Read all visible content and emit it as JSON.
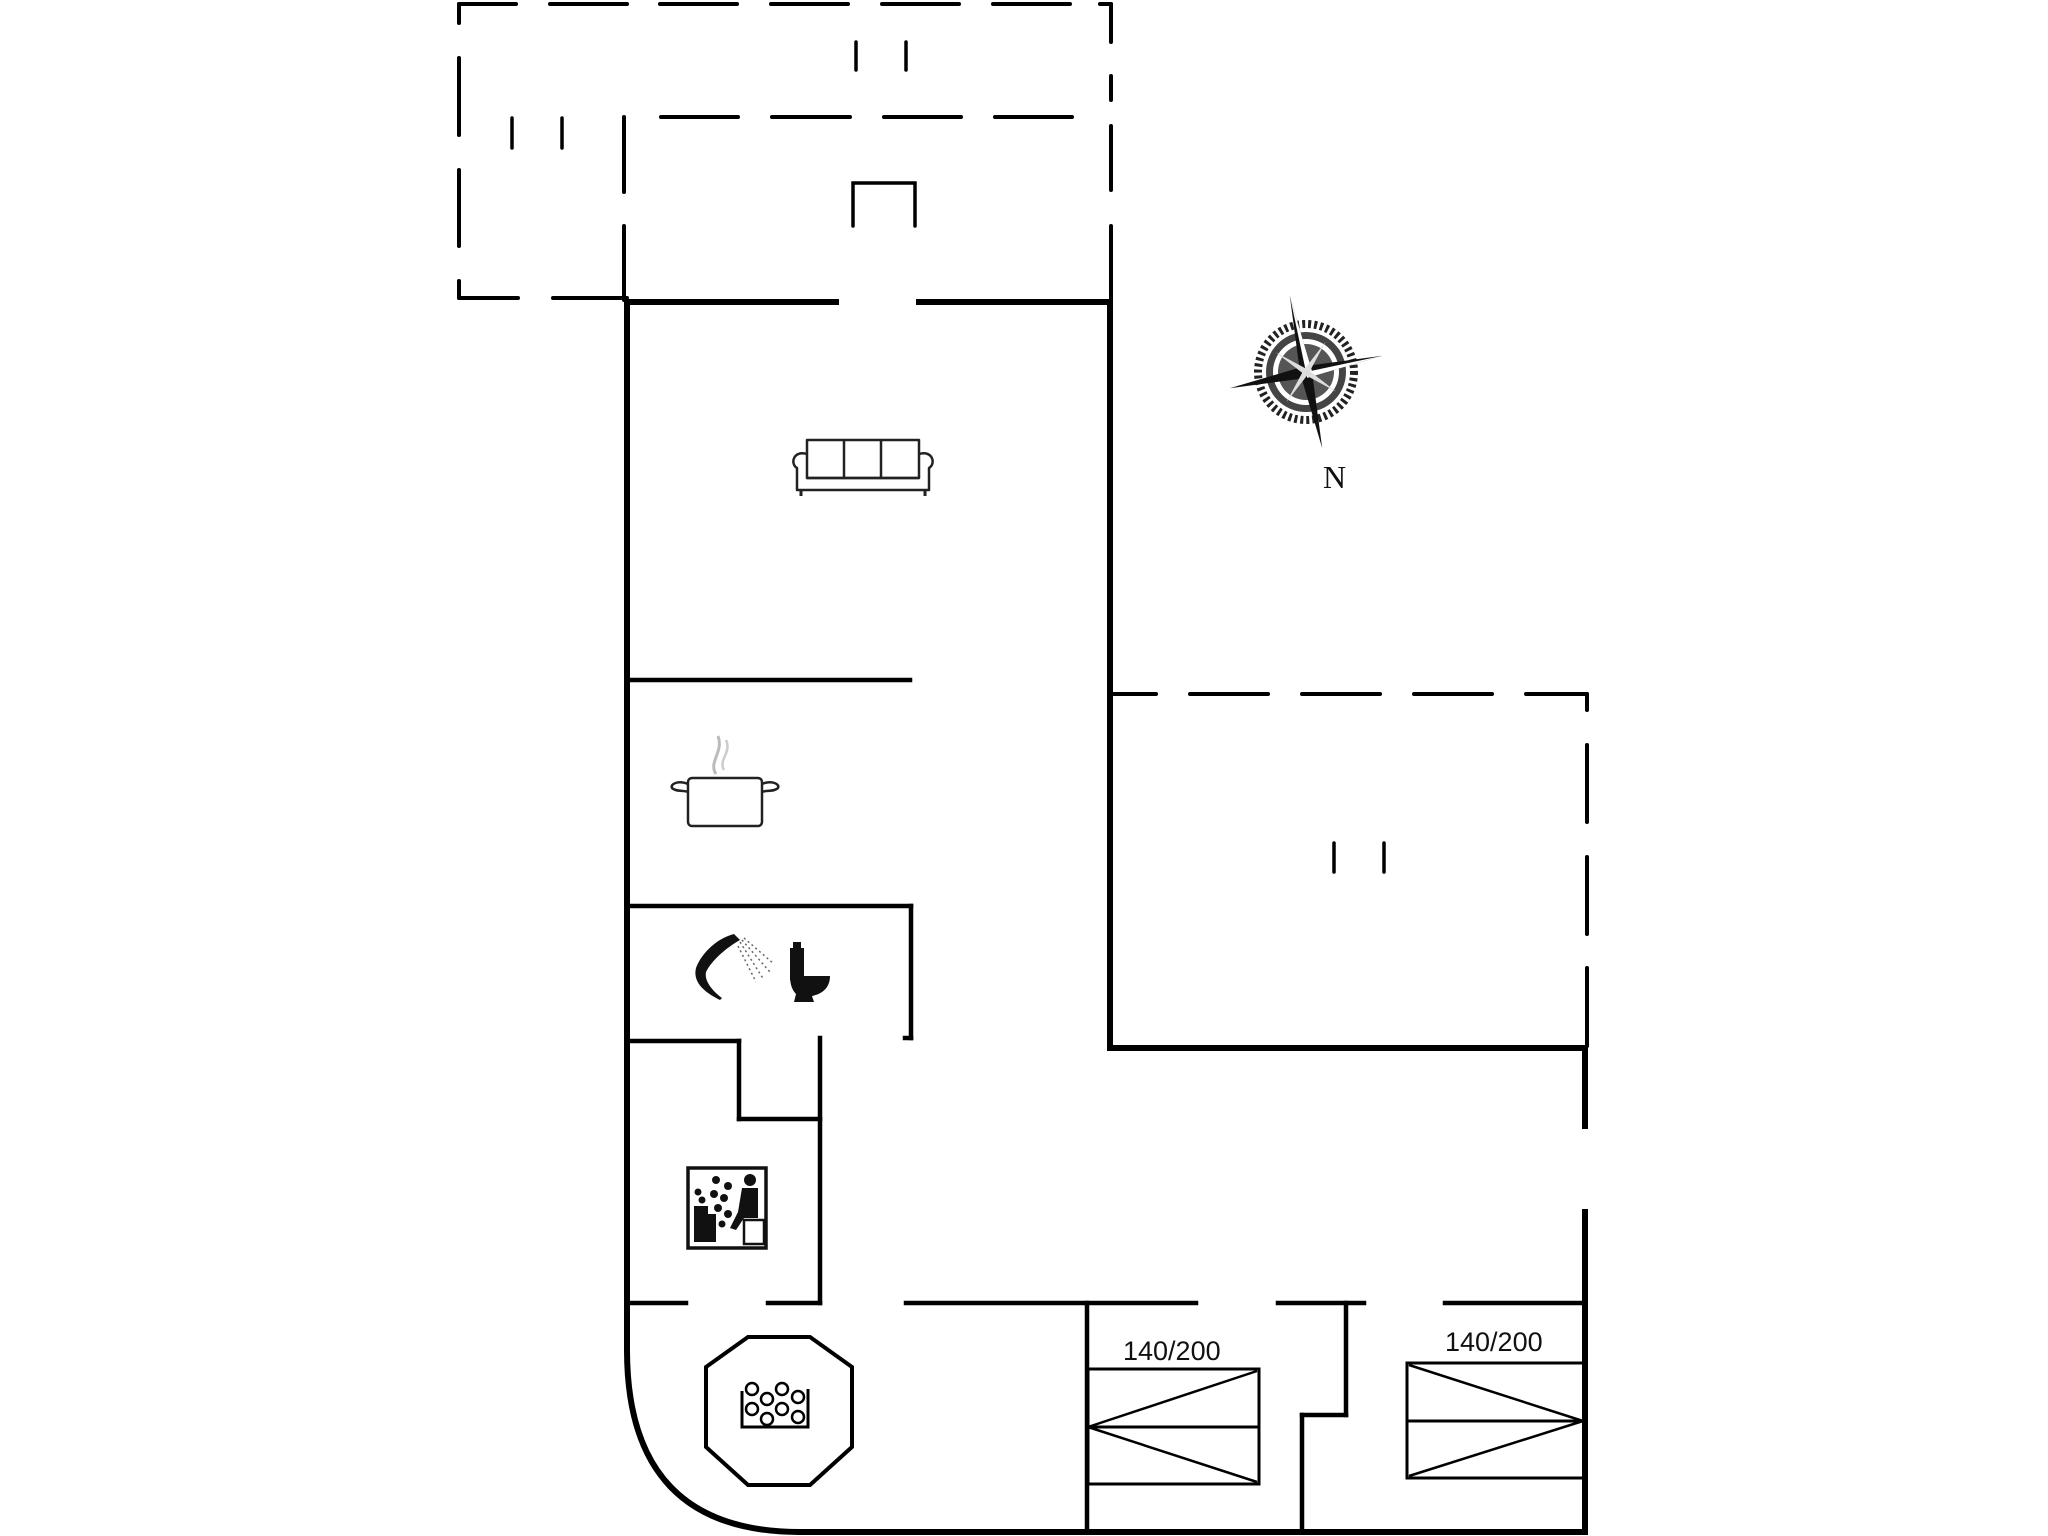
{
  "plan": {
    "type": "floor-plan",
    "orientation_label": "N",
    "colors": {
      "walls": "#000000",
      "background": "#ffffff"
    },
    "rooms": [
      {
        "id": "covered-terrace-north",
        "kind": "terrace",
        "outline": "dashed"
      },
      {
        "id": "living-room",
        "kind": "living",
        "icon": "sofa-icon"
      },
      {
        "id": "kitchen",
        "kind": "kitchen",
        "icon": "cooking-pot-icon"
      },
      {
        "id": "bathroom",
        "kind": "bathroom",
        "icons": [
          "shower-icon",
          "toilet-icon"
        ]
      },
      {
        "id": "sauna",
        "kind": "sauna",
        "icon": "sauna-icon"
      },
      {
        "id": "spa-room",
        "kind": "spa",
        "icon": "hot-tub-icon"
      },
      {
        "id": "terrace-east",
        "kind": "terrace",
        "outline": "dashed"
      },
      {
        "id": "bedroom-1",
        "kind": "bedroom",
        "bed_label": "140/200"
      },
      {
        "id": "bedroom-2",
        "kind": "bedroom",
        "bed_label": "140/200"
      }
    ],
    "beds": [
      {
        "label": "140/200"
      },
      {
        "label": "140/200"
      }
    ],
    "compass": {
      "label": "N",
      "icon": "compass-rose-icon"
    }
  }
}
